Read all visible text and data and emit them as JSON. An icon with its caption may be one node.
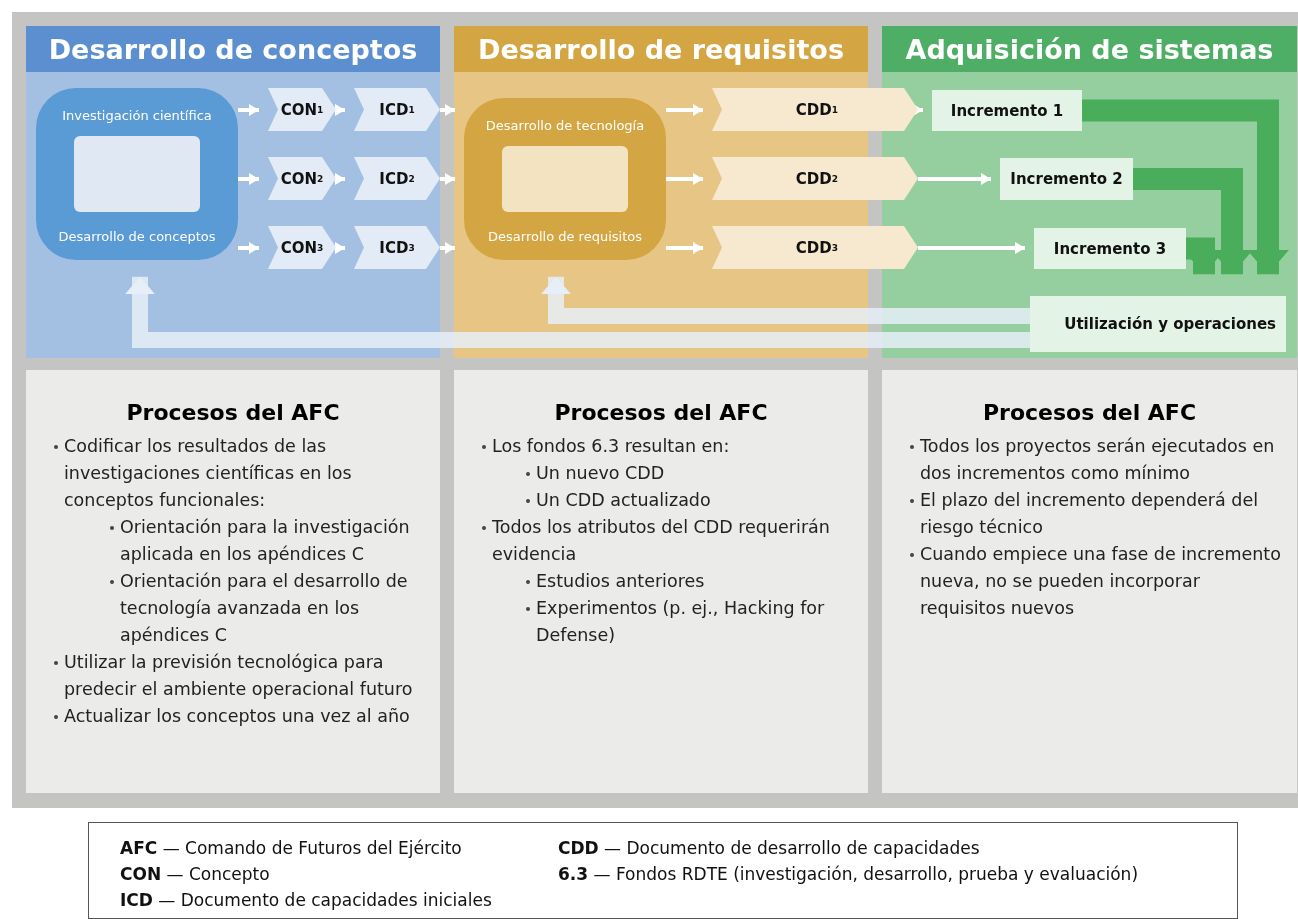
{
  "diagram": {
    "nodes": [
      {
        "text": [
          "Desarrollo de conceptos"
        ]
      },
      {
        "text": [
          "Investigación científica",
          "Desarrollo de conceptos"
        ],
        "in": 0
      },
      {
        "text": [
          "CON$^{1}$"
        ],
        "in": 0
      },
      {
        "text": [
          "ICD$^{1}$"
        ],
        "in": 0
      },
      {
        "text": [
          "CON$^{2}$"
        ],
        "in": 0
      },
      {
        "text": [
          "ICD$^{2}$"
        ],
        "in": 0
      },
      {
        "text": [
          "CON$^{3}$"
        ],
        "in": 0
      },
      {
        "text": [
          "ICD$^{3}$"
        ],
        "in": 0
      },
      {
        "text": [
          "Desarrollo de requisitos"
        ]
      },
      {
        "text": [
          "Desarrollo de tecnología",
          "Desarrollo de requisitos"
        ],
        "in": 8
      },
      {
        "text": [
          "CDD$^{1}$"
        ]
      },
      {
        "text": [
          "CDD$^{2}$"
        ]
      },
      {
        "text": [
          "CDD$^{3}$"
        ]
      },
      {
        "text": [
          "Adquisición de sistemas"
        ]
      },
      {
        "text": [
          "Incremento 1"
        ],
        "in": 13
      },
      {
        "text": [
          "Incremento 2"
        ],
        "in": 13
      },
      {
        "text": [
          "Incremento 3"
        ],
        "in": 13
      },
      {
        "text": [
          "Utilización y operaciones"
        ],
        "in": 13
      },
      {
        "text": [
          "Procesos del AFC",
          "Codificar los resultados de las investigaciones científicas en los conceptos funcionales:",
          "Orientación para la investigación aplicada en los apéndices C",
          "Orientación para el desarrollo de tecnología avanzada en los apéndices C",
          "Utilizar la previsión tecnológica para predecir el ambiente operacional futuro",
          "Actualizar los conceptos una vez al año"
        ]
      },
      {
        "text": [
          "Procesos del AFC",
          "Los fondos 6.3 resultan en:",
          "Un nuevo CDD",
          "Un CDD actualizado",
          "Todos los atributos del CDD requerirán evidencia",
          "Estudios anteriores",
          "Experimentos (p. ej., Hacking for Defense)"
        ]
      },
      {
        "text": [
          "Procesos del AFC",
          "Todos los proyectos serán ejecutados en dos incrementos como mínimo",
          "El plazo del incremento dependerá del riesgo técnico",
          "Cuando empiece una fase de incremento nueva, no se pueden incorporar requisitos nuevos"
        ]
      }
    ],
    "edges": [
      {
        "from": 1,
        "to": 2,
        "arrow": "to"
      },
      {
        "from": 2,
        "to": 3,
        "arrow": "to"
      },
      {
        "from": 3,
        "to": 9,
        "arrow": "to"
      },
      {
        "from": 1,
        "to": 4,
        "arrow": "to"
      },
      {
        "from": 4,
        "to": 5,
        "arrow": "to"
      },
      {
        "from": 5,
        "to": 9,
        "arrow": "to"
      },
      {
        "from": 1,
        "to": 6,
        "arrow": "to"
      },
      {
        "from": 6,
        "to": 7,
        "arrow": "to"
      },
      {
        "from": 7,
        "to": 9,
        "arrow": "to"
      },
      {
        "from": 9,
        "to": 10,
        "arrow": "to"
      },
      {
        "from": 9,
        "to": 11,
        "arrow": "to"
      },
      {
        "from": 9,
        "to": 12,
        "arrow": "to"
      },
      {
        "from": 10,
        "to": 14,
        "arrow": "to"
      },
      {
        "from": 11,
        "to": 15,
        "arrow": "to"
      },
      {
        "from": 12,
        "to": 16,
        "arrow": "to"
      },
      {
        "from": 14,
        "to": 17,
        "arrow": "to",
        "style": "thick",
        "color": "#4aad5b"
      },
      {
        "from": 15,
        "to": 17,
        "arrow": "to",
        "style": "thick",
        "color": "#4aad5b"
      },
      {
        "from": 16,
        "to": 17,
        "arrow": "to",
        "style": "thick",
        "color": "#4aad5b"
      },
      {
        "from": 17,
        "to": 9,
        "arrow": "to",
        "style": "thick"
      },
      {
        "from": 17,
        "to": 1,
        "arrow": "to",
        "style": "thick"
      }
    ],
    "labels": [
      "**AFC** —  Comando de Futuros del Ejército",
      "**CDD** — Documento de desarrollo de capacidades",
      "**CON** — Concepto",
      "**6.3** —  Fondos RDTE (investigación, desarrollo, prueba y evaluación)",
      "**ICD** —  Documento de capacidades iniciales"
    ]
  }
}
